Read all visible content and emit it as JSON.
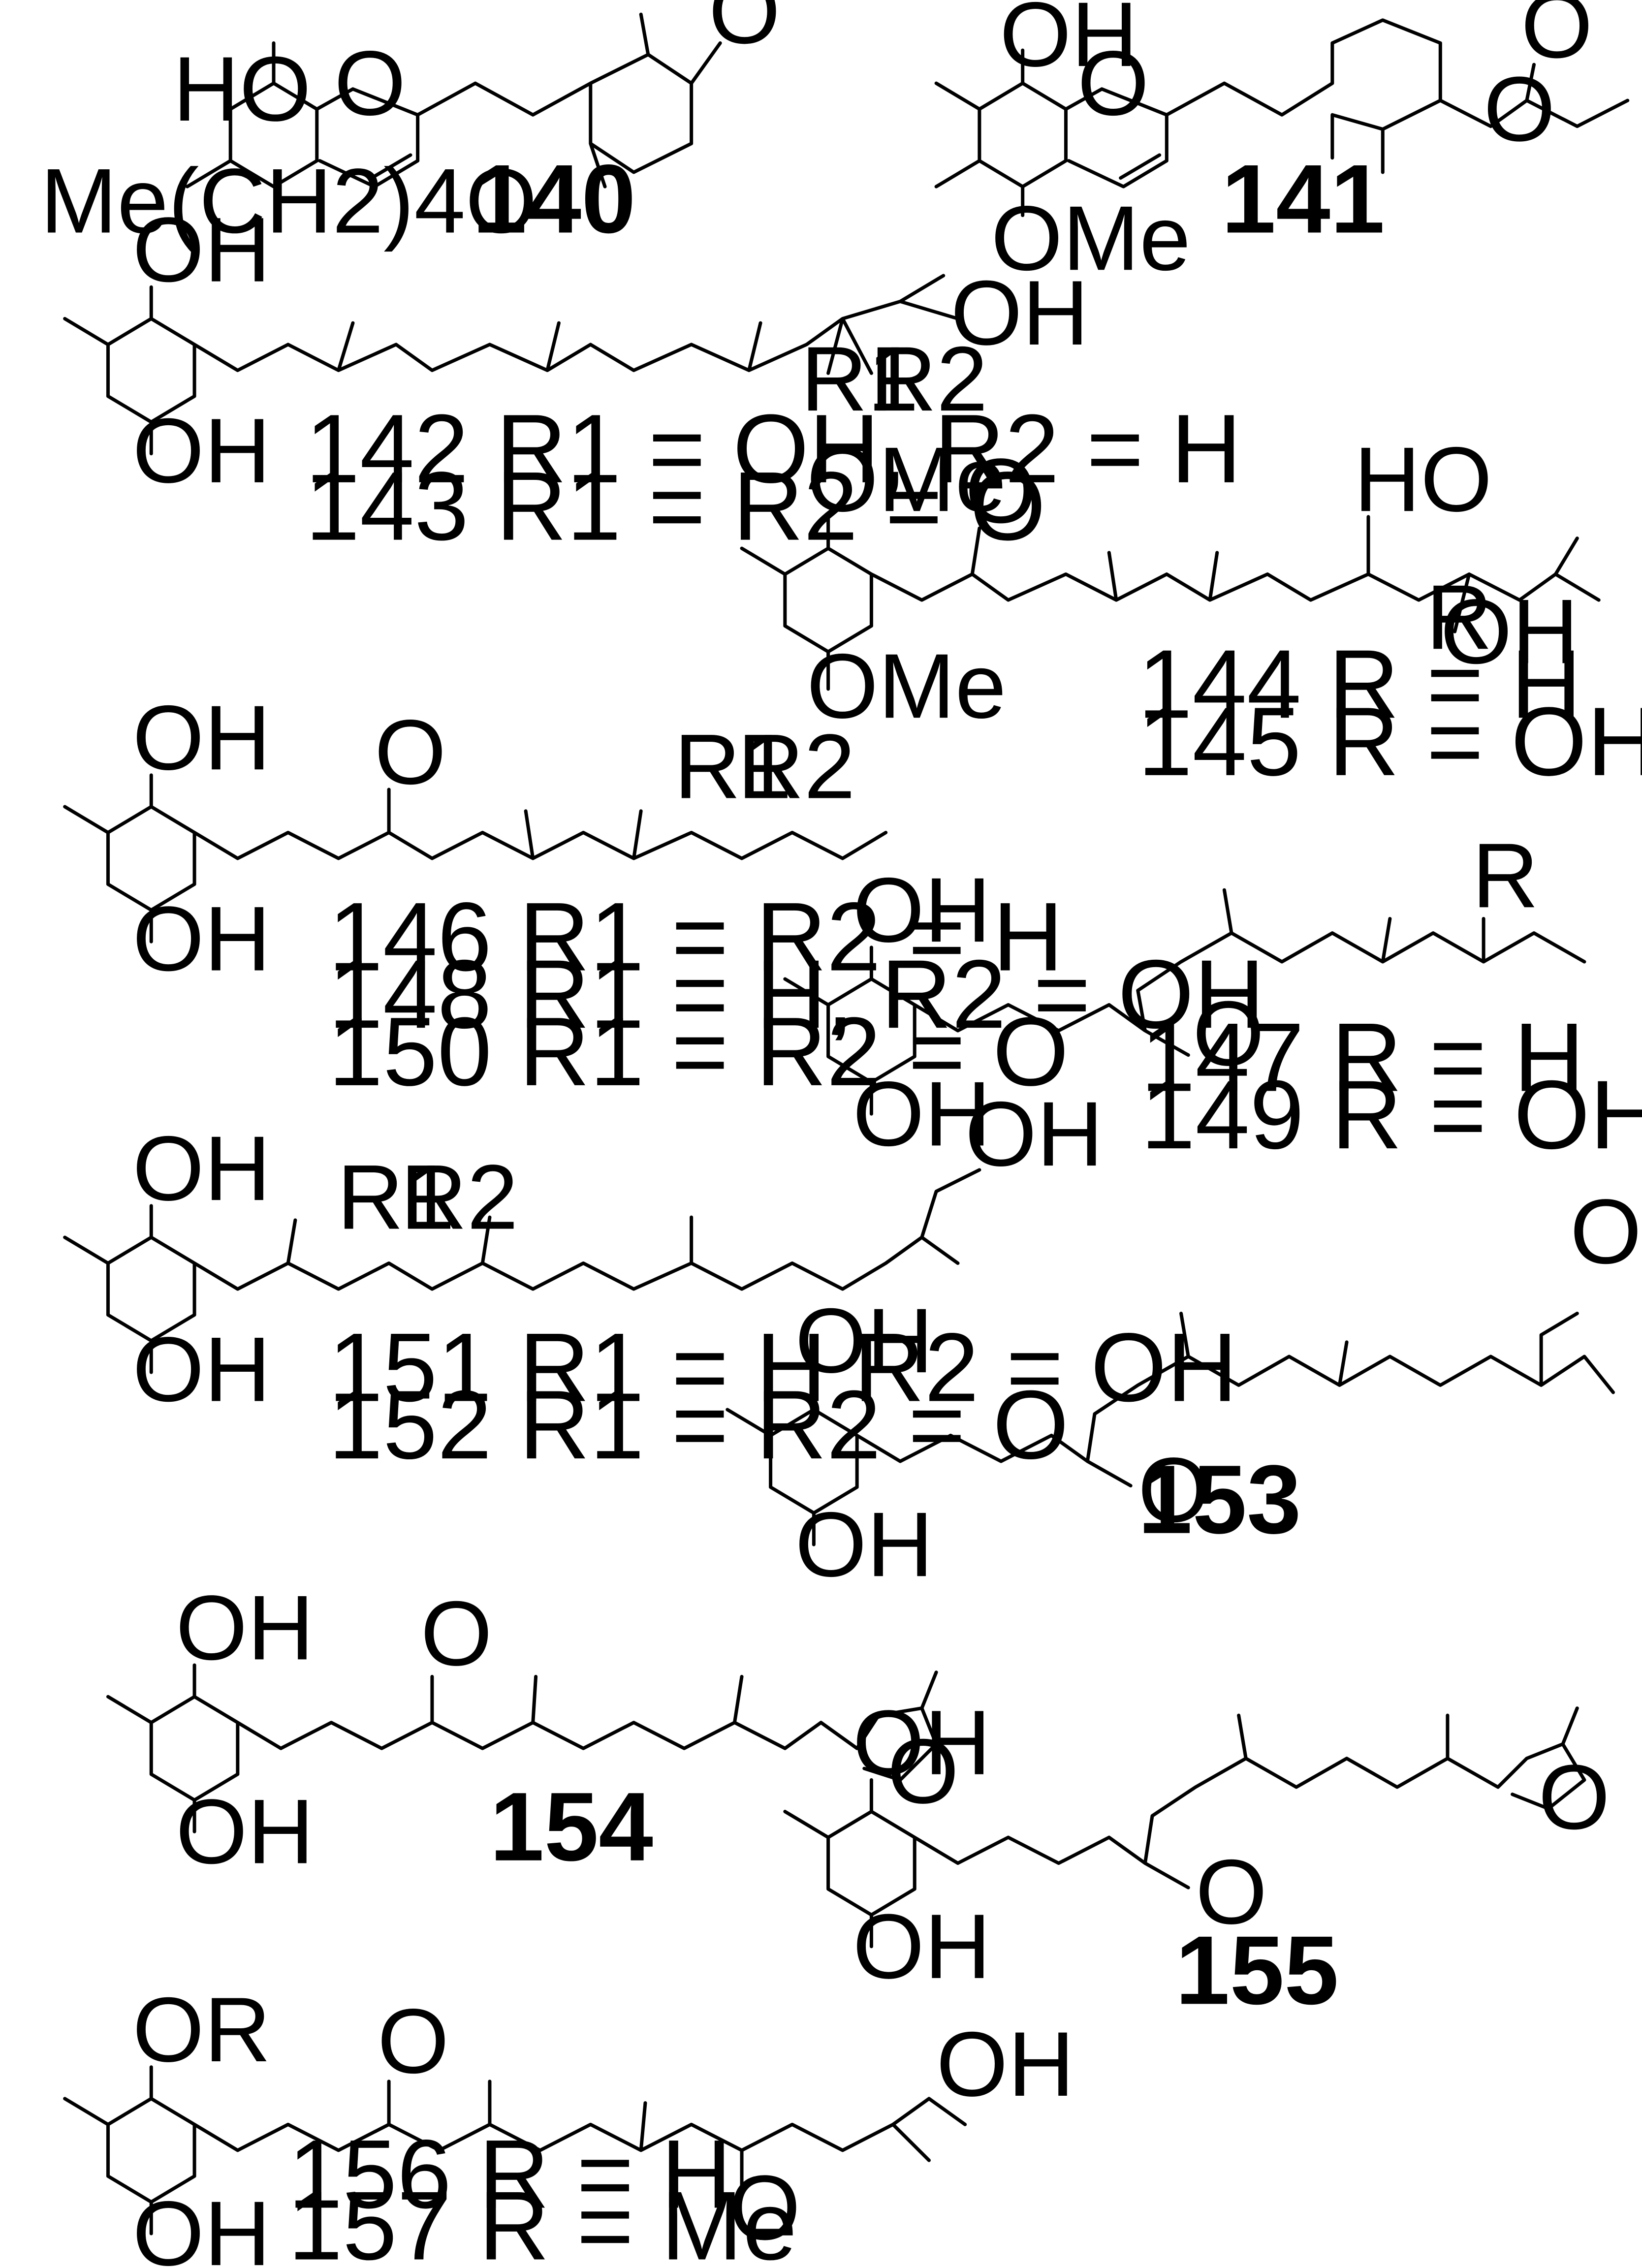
{
  "figure": {
    "compounds": [
      {
        "id": "140",
        "atoms": {
          "oh": "HO",
          "o": "O",
          "ketone": "O",
          "chain": "Me(CH2)4O"
        }
      },
      {
        "id": "141",
        "atoms": {
          "oh": "OH",
          "o": "O",
          "ome": "OMe",
          "ester_o": "O",
          "carbonyl": "O"
        }
      },
      {
        "id": "142",
        "captions": [
          "142 R1 = OH, R2 = H",
          "143 R1 = R2 = O"
        ],
        "atoms": {
          "oh_top": "OH",
          "oh_bottom": "OH",
          "side_oh": "OH",
          "r1": "R1",
          "r2": "R2"
        }
      },
      {
        "id": "144",
        "captions": [
          "144 R = H",
          "145 R = OH"
        ],
        "atoms": {
          "ome_top": "OMe",
          "ome_bottom": "OMe",
          "ketone": "O",
          "ho": "HO",
          "oh": "OH",
          "r": "R"
        }
      },
      {
        "id": "146",
        "captions": [
          "146 R1 = R2 = H",
          "148 R1 = H, R2 = OH",
          "150 R1 = R2 = O"
        ],
        "atoms": {
          "oh_top": "OH",
          "oh_bottom": "OH",
          "ketone": "O",
          "r1": "R1",
          "r2": "R2"
        }
      },
      {
        "id": "147",
        "captions": [
          "147 R = H",
          "149 R = OH"
        ],
        "atoms": {
          "oh_top": "OH",
          "oh_bottom": "OH",
          "ketone": "O",
          "r": "R"
        }
      },
      {
        "id": "151",
        "captions": [
          "151 R1 = H R2 = OH",
          "152 R1 = R2 = O"
        ],
        "atoms": {
          "oh_top": "OH",
          "oh_bottom": "OH",
          "end_oh": "OH",
          "r1": "R1",
          "r2": "R2"
        }
      },
      {
        "id": "153",
        "captions": [
          "153"
        ],
        "atoms": {
          "oh_top": "OH",
          "oh_bottom": "OH",
          "ketone": "O",
          "end_oh": "OH"
        }
      },
      {
        "id": "154",
        "captions": [
          "154"
        ],
        "atoms": {
          "oh_top": "OH",
          "oh_bottom": "OH",
          "ketone": "O",
          "furan_o": "O"
        }
      },
      {
        "id": "155",
        "captions": [
          "155"
        ],
        "atoms": {
          "oh_top": "OH",
          "oh_bottom": "OH",
          "ketone": "O",
          "furan_o": "O"
        }
      },
      {
        "id": "156",
        "captions": [
          "156 R = H",
          "157 R = Me"
        ],
        "atoms": {
          "or": "OR",
          "oh_bottom": "OH",
          "ketone1": "O",
          "ketone2": "O",
          "end_oh": "OH"
        }
      }
    ]
  }
}
